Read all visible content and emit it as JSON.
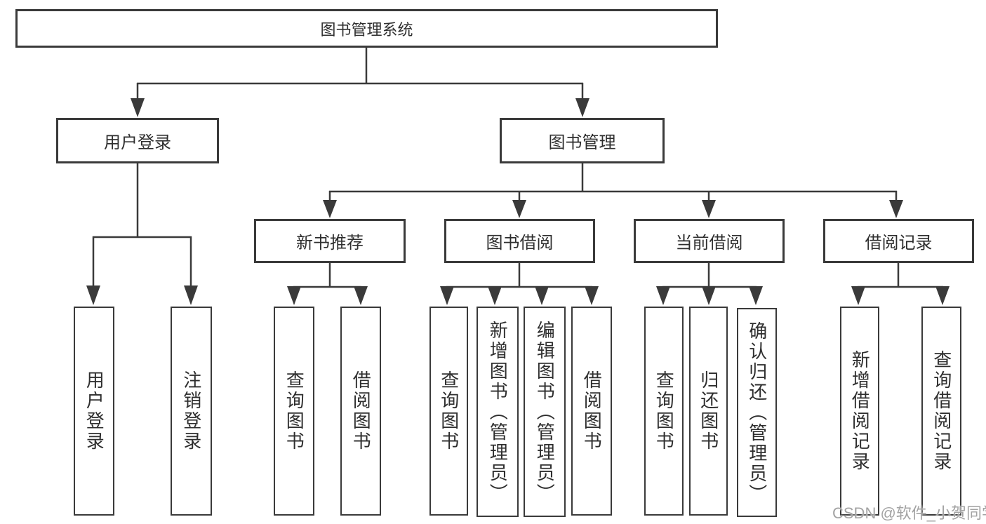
{
  "diagram": {
    "root": "图书管理系统",
    "level2": {
      "user_login": "用户登录",
      "book_management": "图书管理"
    },
    "level3": {
      "new_book_recommend": "新书推荐",
      "book_borrow": "图书借阅",
      "current_borrow": "当前借阅",
      "borrow_record": "借阅记录"
    },
    "leaves": {
      "user_login_children": {
        "login": "用户登录",
        "logout": "注销登录"
      },
      "new_book_recommend_children": {
        "query_book": "查询图书",
        "borrow_book": "借阅图书"
      },
      "book_borrow_children": {
        "query_book": "查询图书",
        "add_book_admin": "新增图书（管理员）",
        "edit_book_admin": "编辑图书（管理员）",
        "borrow_book": "借阅图书"
      },
      "current_borrow_children": {
        "query_book": "查询图书",
        "return_book": "归还图书",
        "confirm_return_admin": "确认归还（管理员）"
      },
      "borrow_record_children": {
        "add_borrow_record": "新增借阅记录",
        "query_borrow_record": "查询借阅记录"
      }
    }
  },
  "watermark": "CSDN @软件_小贺同学",
  "colors": {
    "line": "#3a3a3a",
    "box_border": "#3a3a3a",
    "text": "#2e2e2e",
    "background": "#ffffff",
    "watermark": "#a3a3a3"
  }
}
